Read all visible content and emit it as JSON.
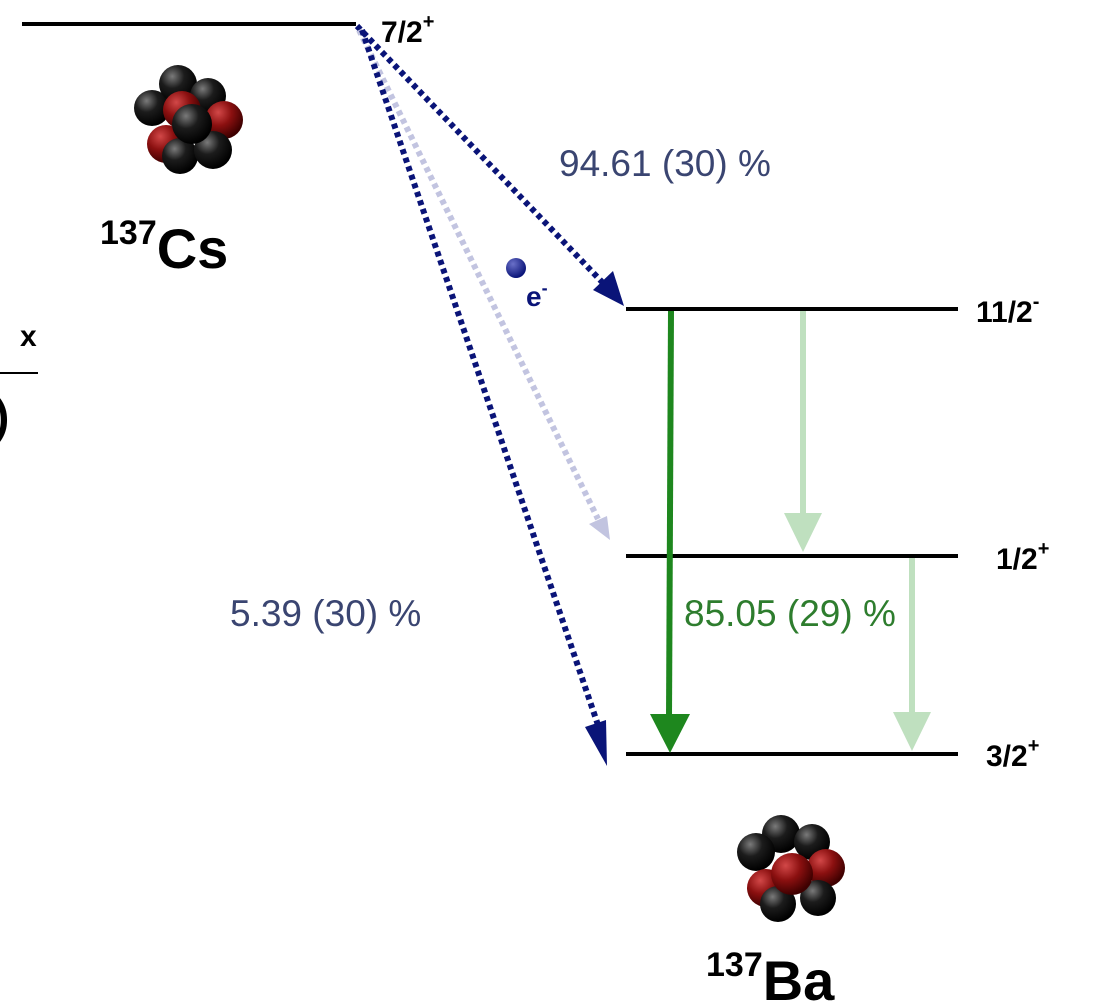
{
  "parent": {
    "mass_number": "137",
    "symbol": "Cs",
    "level": {
      "spin": "7/2",
      "parity": "+"
    }
  },
  "daughter": {
    "mass_number": "137",
    "symbol": "Ba",
    "levels": [
      {
        "spin": "11/2",
        "parity": "-"
      },
      {
        "spin": "1/2",
        "parity": "+"
      },
      {
        "spin": "3/2",
        "parity": "+"
      }
    ]
  },
  "electron": {
    "symbol": "e",
    "charge": "-"
  },
  "branches": {
    "beta_to_11_2": "94.61 (30) %",
    "beta_to_3_2": "5.39 (30) %",
    "gamma_11_2_to_3_2": "85.05 (29) %"
  },
  "edge_fragments": {
    "left_mid_text": "x",
    "left_lower_text": ")"
  },
  "colors": {
    "beta_arrow": "#0a1478",
    "beta_arrow_faint": "#c2c4e0",
    "gamma_arrow": "#1e871e",
    "gamma_arrow_faint": "#bfe0bf",
    "percent_text_blue": "#3a4571",
    "percent_text_green": "#2e7d2e",
    "nucleon_proton": "#8b1010",
    "nucleon_neutron": "#111111"
  }
}
